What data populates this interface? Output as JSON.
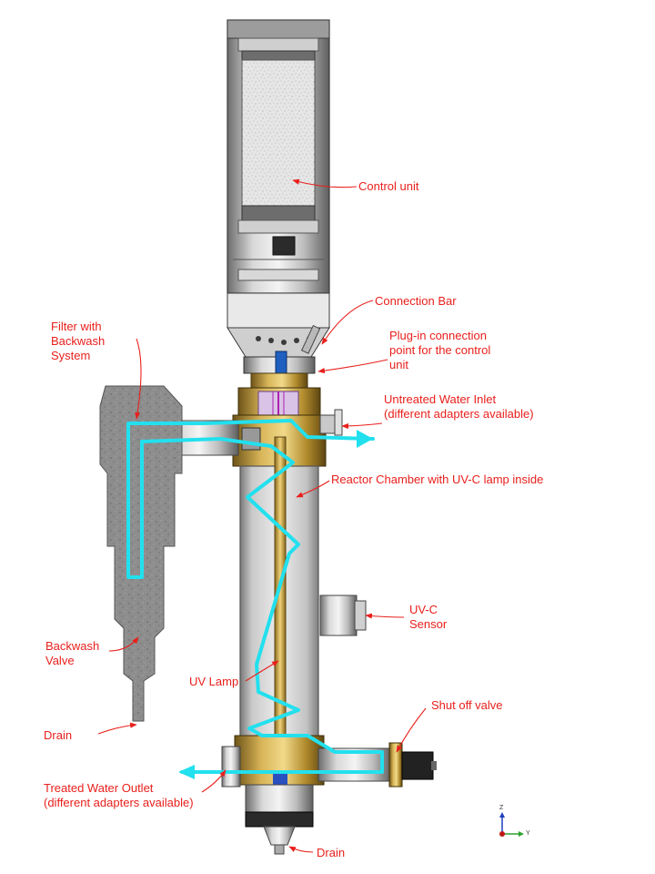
{
  "labels": {
    "control_unit": "Control unit",
    "connection_bar": "Connection Bar",
    "plugin_l1": "Plug-in connection",
    "plugin_l2": "point for the control",
    "plugin_l3": "unit",
    "filter_l1": "Filter with",
    "filter_l2": "Backwash",
    "filter_l3": "System",
    "inlet_l1": "Untreated Water Inlet",
    "inlet_l2": "(different adapters available)",
    "reactor": "Reactor Chamber with UV-C lamp inside",
    "sensor_l1": "UV-C",
    "sensor_l2": "Sensor",
    "backwash_l1": "Backwash",
    "backwash_l2": "Valve",
    "uv_lamp": "UV Lamp",
    "shutoff": "Shut off valve",
    "drain_left": "Drain",
    "outlet_l1": "Treated Water Outlet",
    "outlet_l2": "(different adapters available)",
    "drain_bottom": "Drain"
  },
  "axis": {
    "z": "Z",
    "y": "Y"
  },
  "colors": {
    "annotation": "#e8201c",
    "flow": "#22e0ee",
    "brass": "#b8912e",
    "steel": "#9a9a9a",
    "filter": "#8a8a8a"
  }
}
